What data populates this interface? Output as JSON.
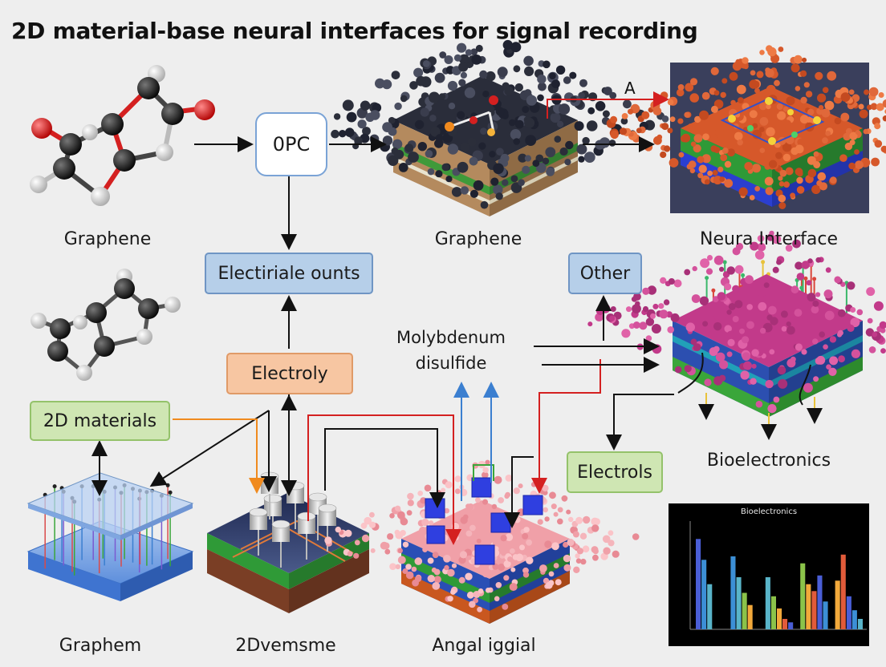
{
  "title": "2D material-base neural interfaces for signal recording",
  "labels": {
    "graphene_top": "Graphene",
    "graphene_mid": "Graphene",
    "neural_interface": "Neura Interface",
    "bioelectronics": "Bioelectronics",
    "graphem": "Graphem",
    "twod_vemsme": "2Dvemsme",
    "angal_iggial": "Angal  iggial",
    "molybdenum": "Molybdenum",
    "disulfide": "disulfide",
    "a_marker": "A"
  },
  "boxes": {
    "opc": "0PC",
    "electiriale": "Electiriale ounts",
    "electroly": "Electroly",
    "other": "Other",
    "materials_2d": "2D materials",
    "electrols": "Electrols"
  },
  "colors": {
    "arrow_black": "#111111",
    "arrow_red": "#d42020",
    "arrow_orange": "#f08a1e",
    "arrow_blue": "#3b7fd0"
  },
  "chart_data": {
    "type": "bar",
    "title": "Bioelectronics",
    "categories": [
      "",
      "",
      "",
      "",
      ""
    ],
    "series": [
      {
        "values": [
          260,
          210,
          150,
          190,
          140
        ]
      },
      {
        "values": [
          200,
          150,
          95,
          130,
          215
        ]
      },
      {
        "values": [
          130,
          105,
          60,
          110,
          95
        ]
      },
      {
        "values": [
          0,
          70,
          30,
          155,
          55
        ]
      },
      {
        "values": [
          0,
          0,
          20,
          80,
          30
        ]
      }
    ],
    "colors": [
      "#4a5ed6",
      "#3c8fd6",
      "#59b4c9",
      "#8bc34a",
      "#f2a93b",
      "#e15b3a"
    ],
    "ylim": [
      0,
      300
    ],
    "grid": false
  }
}
